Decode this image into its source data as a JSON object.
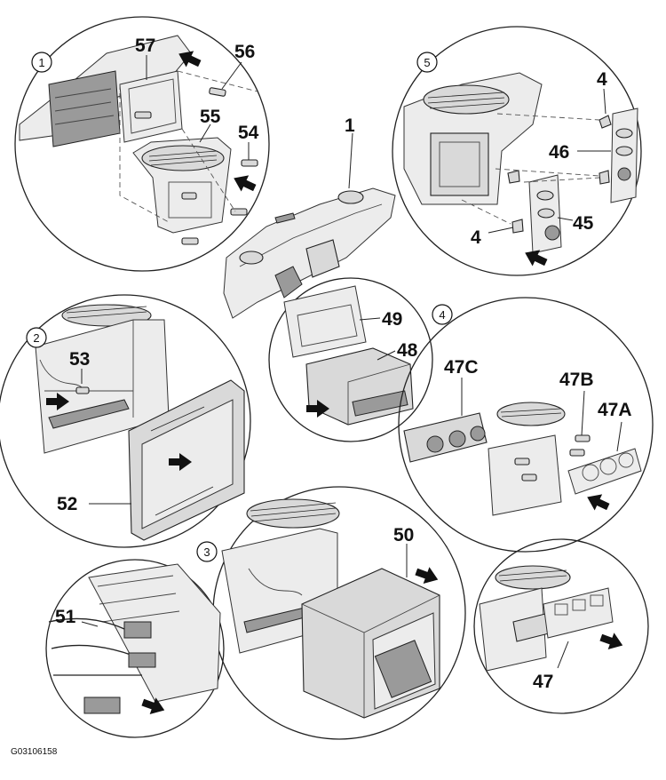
{
  "figure_code": "G03106158",
  "detail_numbers": {
    "d1": "1",
    "d2": "2",
    "d3": "3",
    "d4": "4",
    "d5": "5"
  },
  "parts": {
    "p1": "1",
    "p4a": "4",
    "p4b": "4",
    "p45": "45",
    "p46": "46",
    "p47": "47",
    "p47a": "47A",
    "p47b": "47B",
    "p47c": "47C",
    "p48": "48",
    "p49": "49",
    "p50": "50",
    "p51": "51",
    "p52": "52",
    "p53": "53",
    "p54": "54",
    "p55": "55",
    "p56": "56",
    "p57": "57"
  }
}
